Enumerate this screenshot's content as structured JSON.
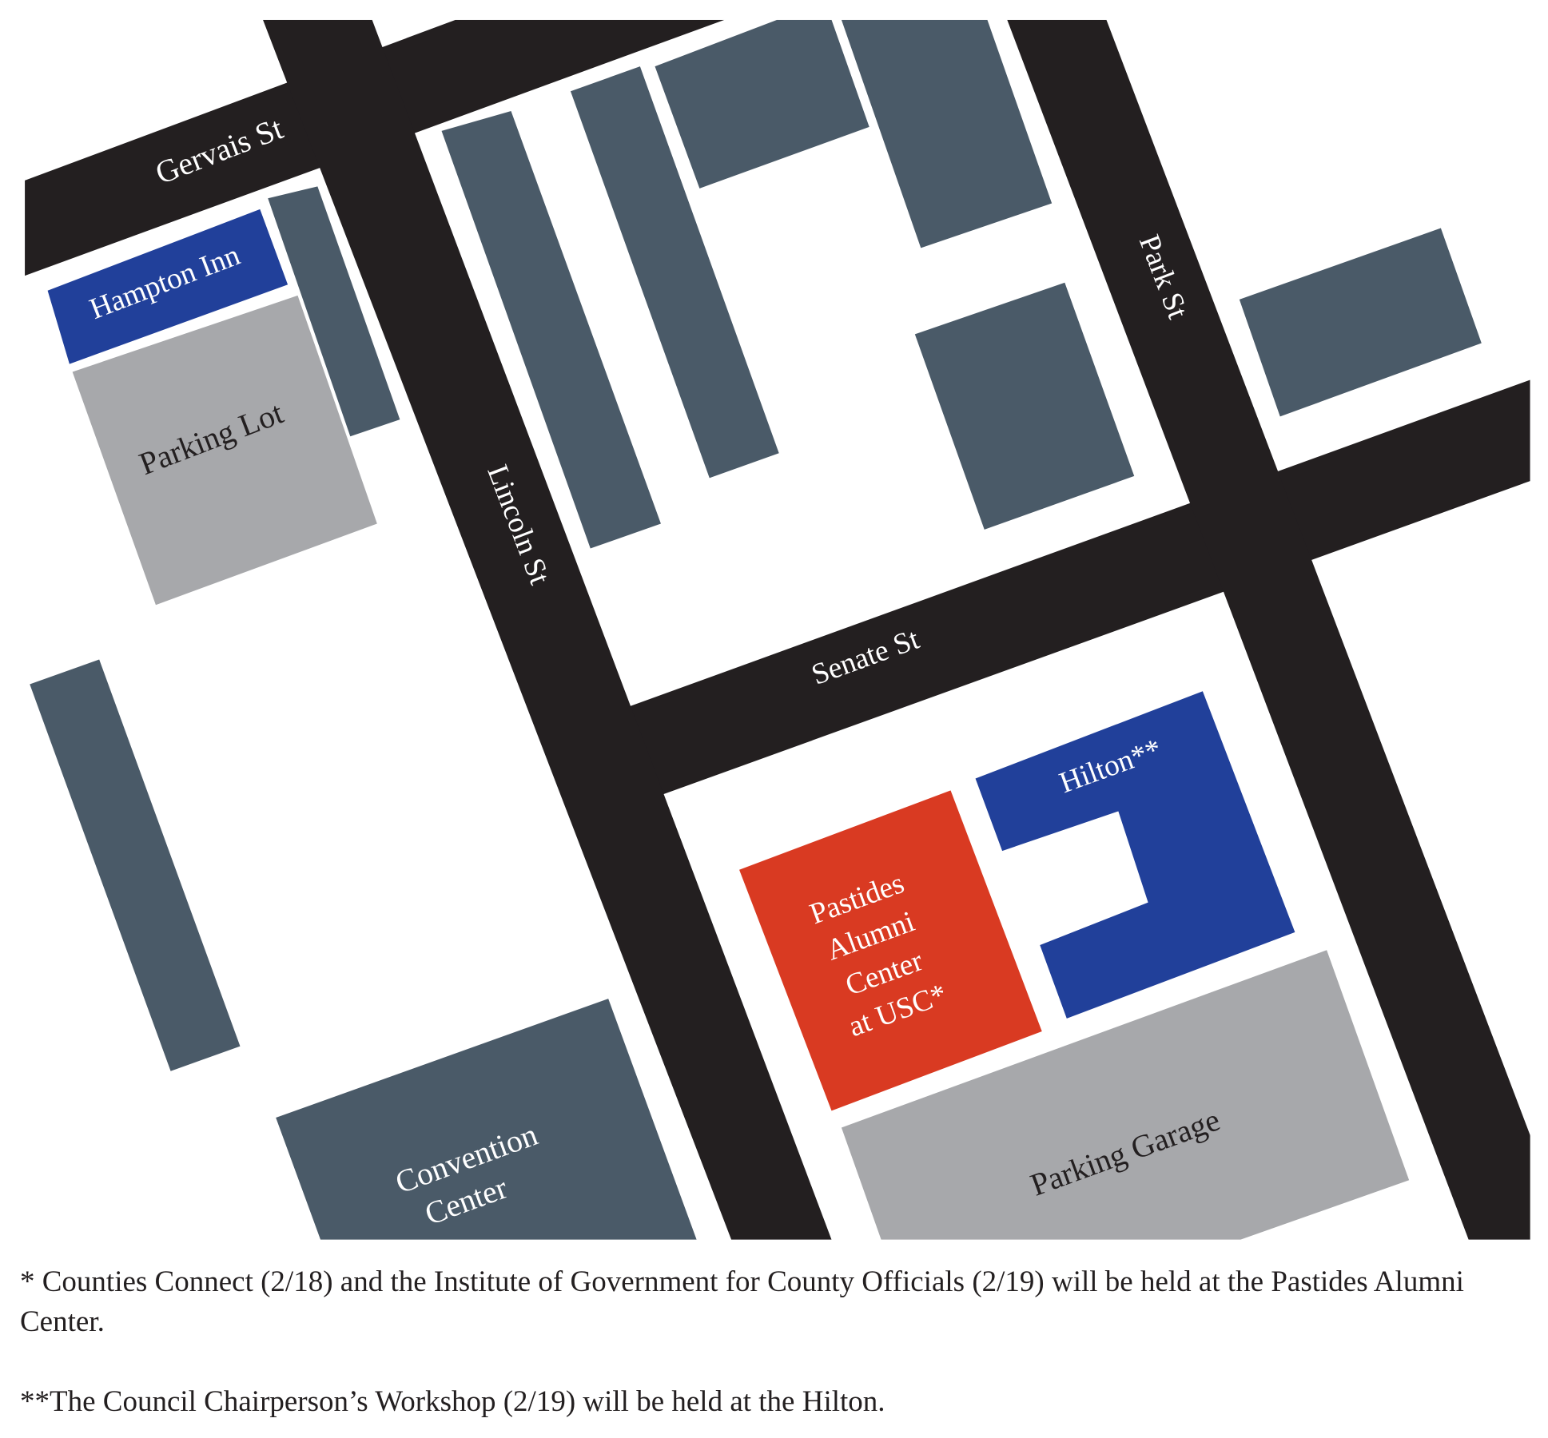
{
  "streets": {
    "gervais": "Gervais St",
    "lincoln": "Lincoln St",
    "park": "Park St",
    "senate": "Senate St"
  },
  "places": {
    "hampton_inn": "Hampton Inn",
    "parking_lot": "Parking Lot",
    "hilton": "Hilton**",
    "pastides": [
      "Pastides",
      "Alumni",
      "Center",
      "at USC*"
    ],
    "convention_center": [
      "Convention",
      "Center"
    ],
    "parking_garage": "Parking Garage"
  },
  "colors": {
    "road": "#231f20",
    "building": "#4a5a68",
    "hotel": "#21409a",
    "venue": "#d93a22",
    "parking": "#a7a8ab"
  },
  "footnotes": {
    "single_star": "* Counties Connect (2/18) and the Institute of Government for County Officials (2/19) will be held at the Pastides Alumni Center.",
    "double_star": "**The Council Chairperson’s Workshop (2/19) will be held at the Hilton."
  }
}
